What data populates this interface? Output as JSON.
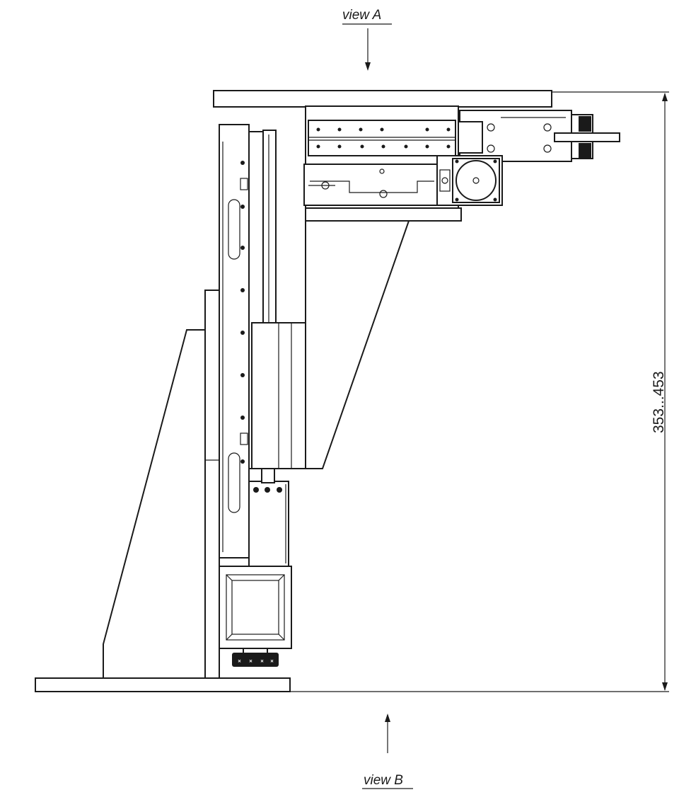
{
  "labels": {
    "view_top": "view A",
    "view_bottom": "view B",
    "dimension": "353...453"
  },
  "colors": {
    "line": "#1a1a1a",
    "background": "#ffffff"
  }
}
